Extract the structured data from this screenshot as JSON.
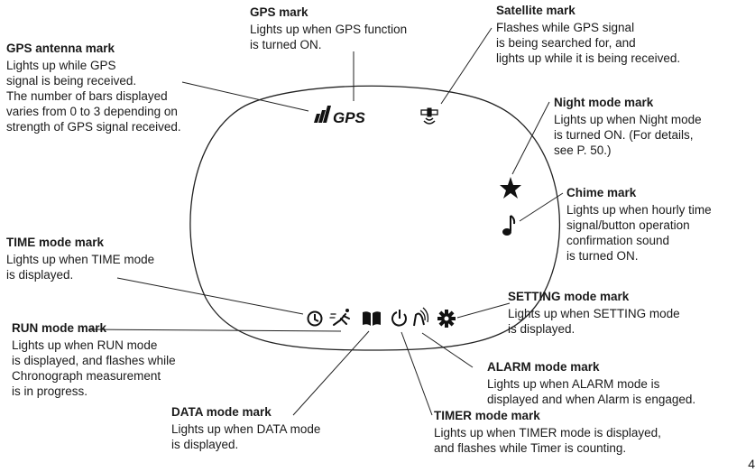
{
  "display": {
    "gps_text": "GPS"
  },
  "callouts": {
    "gps_antenna": {
      "title": "GPS antenna mark",
      "lines": [
        "Lights up while GPS",
        "signal is being received.",
        "The number of bars displayed",
        "varies from 0 to 3 depending on",
        "strength of GPS signal received."
      ]
    },
    "gps": {
      "title": "GPS mark",
      "lines": [
        "Lights up when GPS function",
        "is turned ON."
      ]
    },
    "satellite": {
      "title": "Satellite mark",
      "lines": [
        "Flashes while GPS signal",
        "is being searched for, and",
        "lights up while it is being received."
      ]
    },
    "night": {
      "title": "Night mode mark",
      "lines": [
        "Lights up when Night mode",
        "is turned ON.  (For details,",
        "see P. 50.)"
      ]
    },
    "chime": {
      "title": "Chime mark",
      "lines": [
        "Lights up when hourly time",
        "signal/button operation",
        "confirmation sound",
        "is turned ON."
      ]
    },
    "time": {
      "title": "TIME mode mark",
      "lines": [
        "Lights up when TIME mode",
        "is displayed."
      ]
    },
    "setting": {
      "title": "SETTING mode mark",
      "lines": [
        "Lights up when SETTING mode",
        "is displayed."
      ]
    },
    "run": {
      "title": "RUN mode mark",
      "lines": [
        "Lights up when RUN mode",
        "is displayed, and flashes while",
        "Chronograph measurement",
        "is in progress."
      ]
    },
    "alarm": {
      "title": "ALARM mode mark",
      "lines": [
        "Lights up when ALARM mode is",
        "displayed and when Alarm is engaged."
      ]
    },
    "data": {
      "title": "DATA mode mark",
      "lines": [
        "Lights up when DATA mode",
        "is displayed."
      ]
    },
    "timer": {
      "title": "TIMER mode mark",
      "lines": [
        "Lights up when TIMER mode is displayed,",
        "and flashes while Timer is counting."
      ]
    }
  },
  "page_number": "4"
}
